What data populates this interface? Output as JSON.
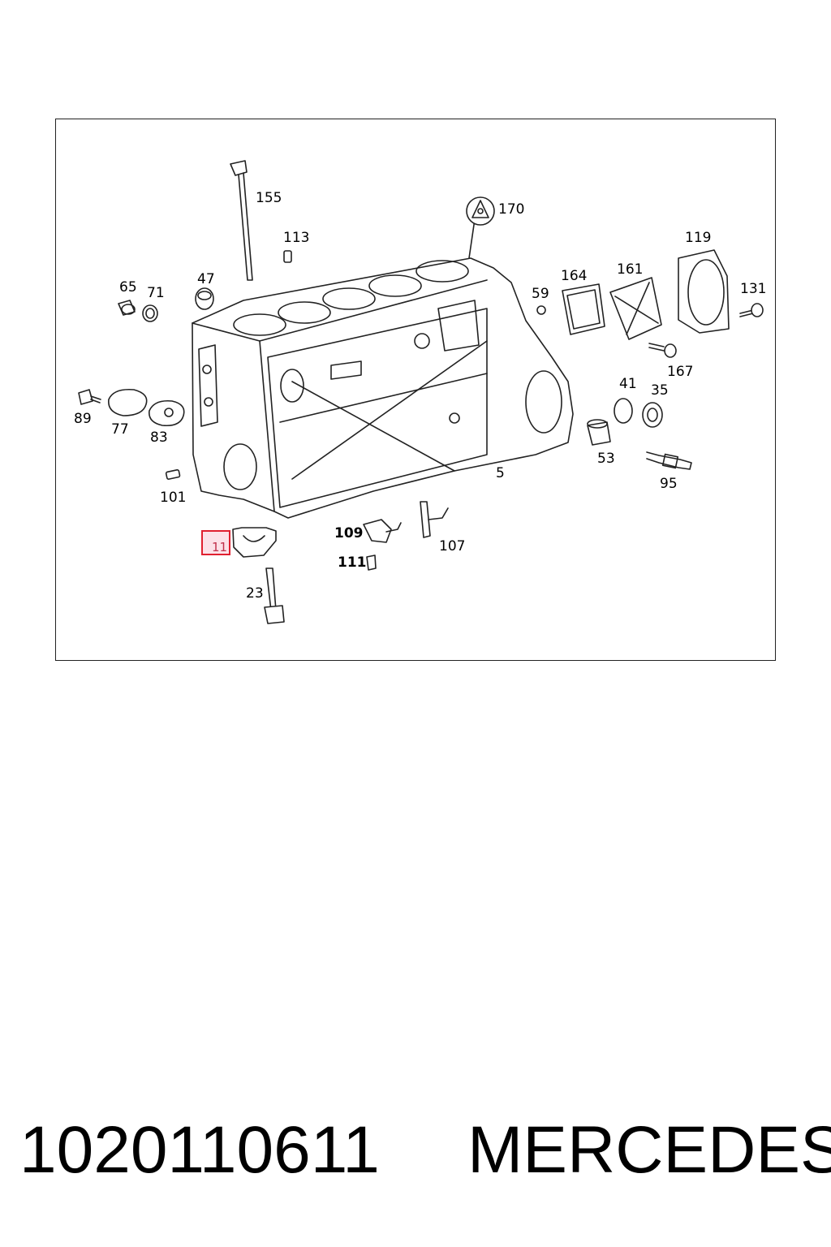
{
  "diagram": {
    "callouts": {
      "c155": "155",
      "c113": "113",
      "c170": "170",
      "c47": "47",
      "c65": "65",
      "c71": "71",
      "c164": "164",
      "c161": "161",
      "c119": "119",
      "c131": "131",
      "c59": "59",
      "c167": "167",
      "c41": "41",
      "c35": "35",
      "c89": "89",
      "c77": "77",
      "c83": "83",
      "c53": "53",
      "c5": "5",
      "c95": "95",
      "c101": "101",
      "c109": "109",
      "c107": "107",
      "c111": "111",
      "c11": "11",
      "c23": "23"
    },
    "highlight_color": "#e02030"
  },
  "footer": {
    "part_number": "1020110611",
    "brand": "MERCEDES"
  }
}
